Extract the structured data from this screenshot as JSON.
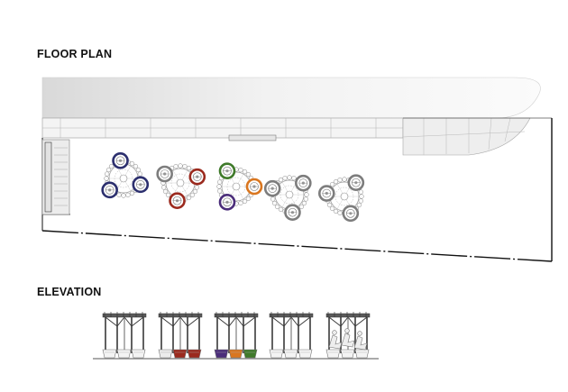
{
  "headings": {
    "floor_plan": "FLOOR PLAN",
    "elevation": "ELEVATION"
  },
  "colors": {
    "ink": "#111111",
    "line": "#6e6e6e",
    "pod_stroke": "#8a8a8a",
    "navy": "#2c2f6e",
    "red": "#9b2a1e",
    "green": "#3f7a2a",
    "purple": "#4b2d7a",
    "orange": "#d9761f",
    "gray": "#7d7d7d"
  },
  "pods": [
    {
      "id": "pod-1",
      "palette": [
        "navy",
        "navy",
        "navy"
      ]
    },
    {
      "id": "pod-2",
      "palette": [
        "gray",
        "red",
        "red"
      ]
    },
    {
      "id": "pod-3",
      "palette": [
        "green",
        "orange",
        "purple"
      ]
    },
    {
      "id": "pod-4",
      "palette": [
        "gray",
        "gray",
        "gray"
      ]
    },
    {
      "id": "pod-5",
      "palette": [
        "gray",
        "gray",
        "gray"
      ]
    }
  ],
  "elevation_units": [
    {
      "id": "unit-1",
      "basket_colors": [
        "#f4f4f4",
        "#f4f4f4",
        "#f4f4f4"
      ]
    },
    {
      "id": "unit-2",
      "basket_colors": [
        "#ececec",
        "#9b2a1e",
        "#9b2a1e"
      ]
    },
    {
      "id": "unit-3",
      "basket_colors": [
        "#4b2d7a",
        "#d9761f",
        "#3f7a2a"
      ]
    },
    {
      "id": "unit-4",
      "basket_colors": [
        "#f4f4f4",
        "#f4f4f4",
        "#f4f4f4"
      ]
    },
    {
      "id": "unit-5",
      "basket_colors": [
        "#f4f4f4",
        "#f4f4f4",
        "#f4f4f4"
      ]
    }
  ]
}
